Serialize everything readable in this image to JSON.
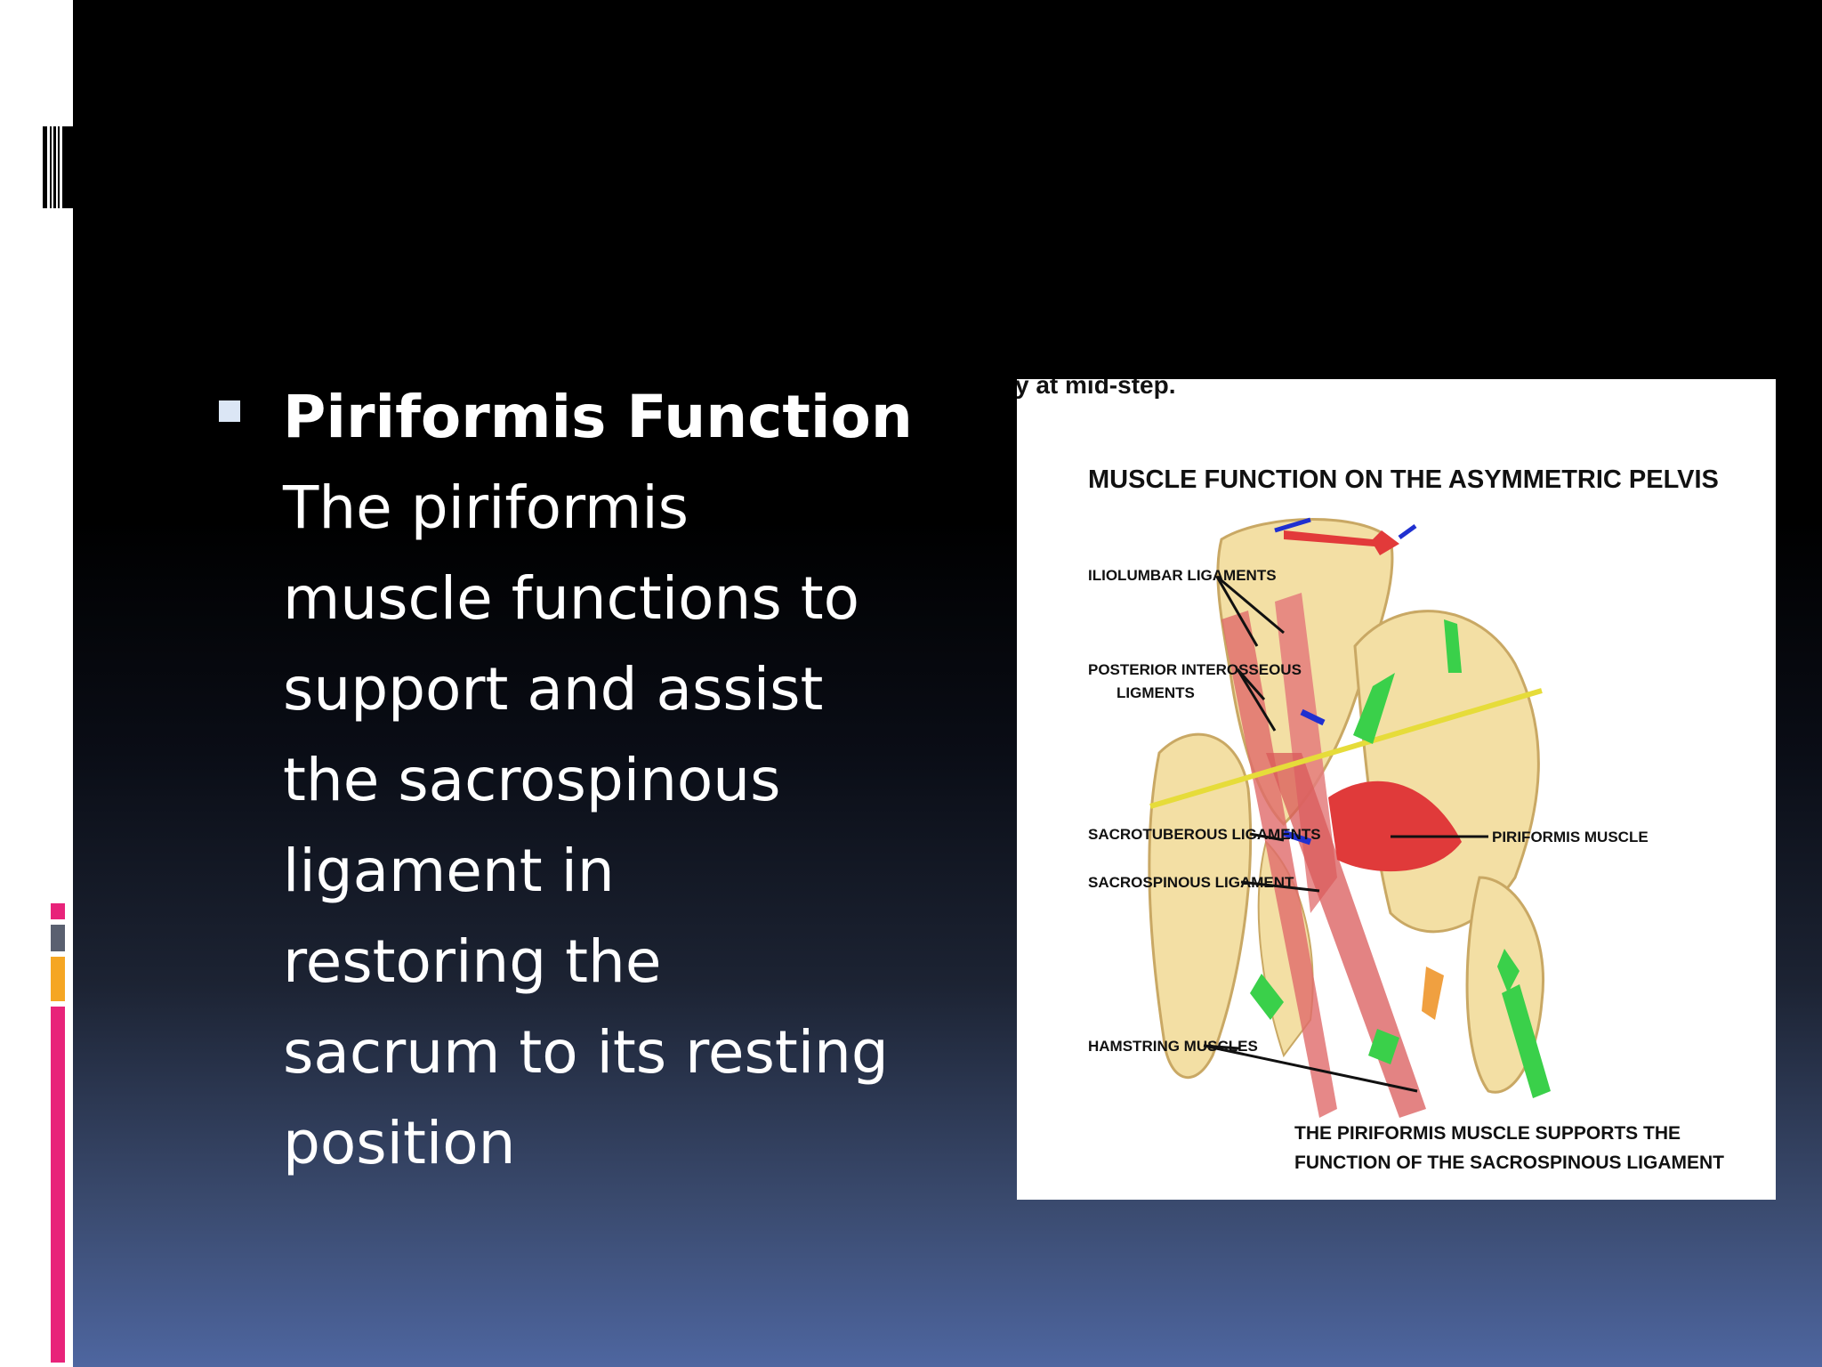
{
  "slide": {
    "heading": "Piriformis Function",
    "body": "The piriformis\nmuscle functions to\nsupport and assist\nthe sacrospinous\nligament in\nrestoring the\nsacrum to its resting\nposition"
  },
  "figure": {
    "top_fragment": "y at mid-step.",
    "title": "MUSCLE FUNCTION ON THE ASYMMETRIC PELVIS",
    "labels": {
      "iliolumbar": "ILIOLUMBAR LIGAMENTS",
      "posterior_1": "POSTERIOR INTEROSSEOUS",
      "posterior_2": "LIGMENTS",
      "sacrotuberous": "SACROTUBEROUS LIGAMENTS",
      "sacrospinous": "SACROSPINOUS LIGAMENT",
      "hamstring": "HAMSTRING MUSCLES",
      "piriformis": "PIRIFORMIS MUSCLE"
    },
    "caption_1": "THE PIRIFORMIS MUSCLE SUPPORTS THE",
    "caption_2": "FUNCTION OF THE SACROSPINOUS LIGAMENT"
  },
  "colors": {
    "accent_pink": "#e8237a",
    "accent_gray": "#5a6070",
    "accent_orange": "#f5a623",
    "bullet": "#dbe6f5"
  }
}
